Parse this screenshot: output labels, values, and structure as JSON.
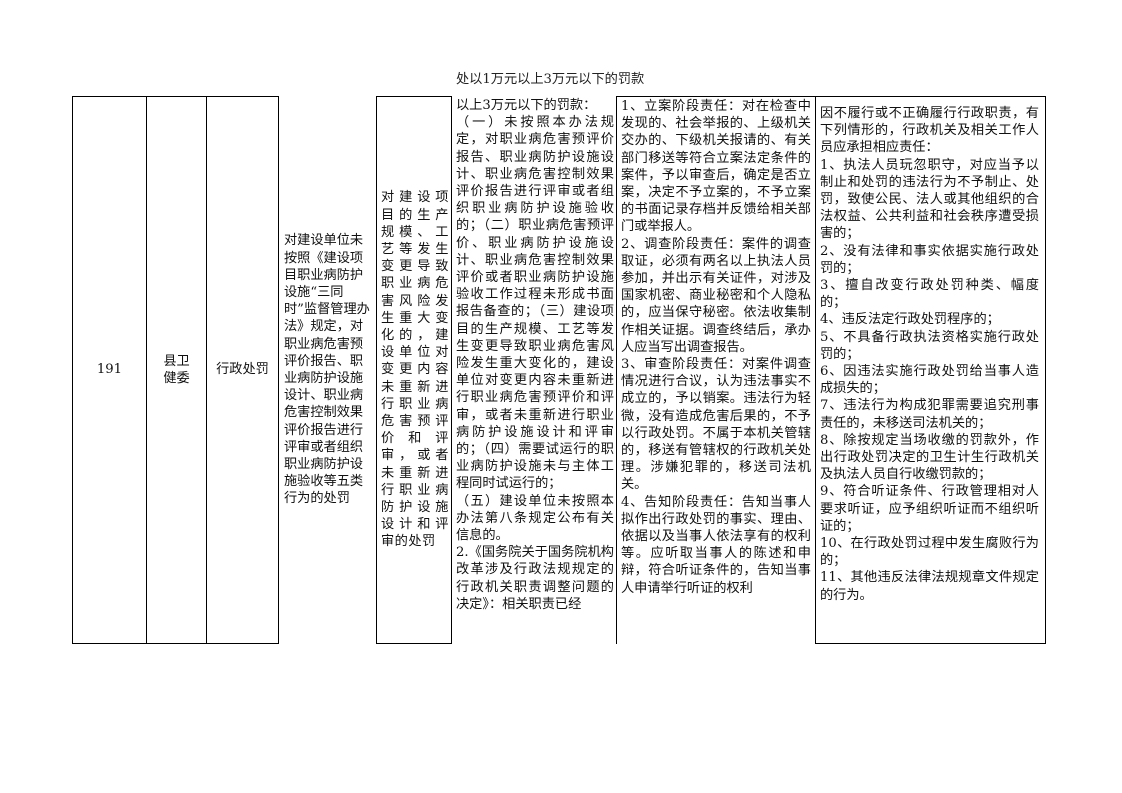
{
  "row": {
    "no": "191",
    "department": "县卫健委",
    "category": "行政处罚",
    "item_name": "对建设单位未按照《建设项目职业病防护设施“三同时”监督管理办法》规定，对职业病危害预评价报告、职业病防护设施设计、职业病危害控制效果评价报告进行评审或者组织职业病防护设施验收等五类行为的处罚",
    "sub_item": "对建设项目的生产规模、工艺等发生变更导致职业病危害风险发生重大变化的，建设单位对变更内容未重新进行职业病危害预评价和评审，或者未重新进行职业病防护设施设计和评审的处罚",
    "basis_top_cut": "处以1万元以上3万元以下的罚款",
    "basis": "以上3万元以下的罚款：\n（一）未按照本办法规定，对职业病危害预评价报告、职业病防护设施设计、职业病危害控制效果评价报告进行评审或者组织职业病防护设施验收的；（二）职业病危害预评价、职业病防护设施设计、职业病危害控制效果评价或者职业病防护设施验收工作过程未形成书面报告备查的；（三）建设项目的生产规模、工艺等发生变更导致职业病危害风险发生重大变化的，建设单位对变更内容未重新进行职业病危害预评价和评审，或者未重新进行职业病防护设施设计和评审的；（四）需要试运行的职业病防护设施未与主体工程同时试运行的；\n（五）建设单位未按照本办法第八条规定公布有关信息的。\n2.《国务院关于国务院机构改革涉及行政法规规定的行政机关职责调整问题的决定》：相关职责已经",
    "responsibility": "1、立案阶段责任：对在检查中发现的、社会举报的、上级机关交办的、下级机关报请的、有关部门移送等符合立案法定条件的案件，予以审查后，确定是否立案，决定不予立案的，不予立案的书面记录存档并反馈给相关部门或举报人。\n2、调查阶段责任：案件的调查取证，必须有两名以上执法人员参加，并出示有关证件，对涉及国家机密、商业秘密和个人隐私的，应当保守秘密。依法收集制作相关证据。调查终结后，承办人应当写出调查报告。\n3、审查阶段责任：对案件调查情况进行合议，认为违法事实不成立的，予以销案。违法行为轻微，没有造成危害后果的，不予以行政处罚。不属于本机关管辖的，移送有管辖权的行政机关处理。涉嫌犯罪的，移送司法机关。\n4、告知阶段责任：告知当事人拟作出行政处罚的事实、理由、依据以及当事人依法享有的权利等。应听取当事人的陈述和申辩，符合听证条件的，告知当事人申请举行听证的权利",
    "accountability": "因不履行或不正确履行行政职责，有下列情形的，行政机关及相关工作人员应承担相应责任：\n1、执法人员玩忽职守，对应当予以制止和处罚的违法行为不予制止、处罚，致使公民、法人或其他组织的合法权益、公共利益和社会秩序遭受损害的；\n2、没有法律和事实依据实施行政处罚的；\n3、擅自改变行政处罚种类、幅度的；\n4、违反法定行政处罚程序的；\n5、不具备行政执法资格实施行政处罚的；\n6、因违法实施行政处罚给当事人造成损失的；\n7、违法行为构成犯罪需要追究刑事责任的，未移送司法机关的；\n8、除按规定当场收缴的罚款外，作出行政处罚决定的卫生计生行政机关及执法人员自行收缴罚款的；\n9、符合听证条件、行政管理相对人要求听证，应予组织听证而不组织听证的；\n10、在行政处罚过程中发生腐败行为的；\n11、其他违反法律法规规章文件规定的行为。"
  }
}
